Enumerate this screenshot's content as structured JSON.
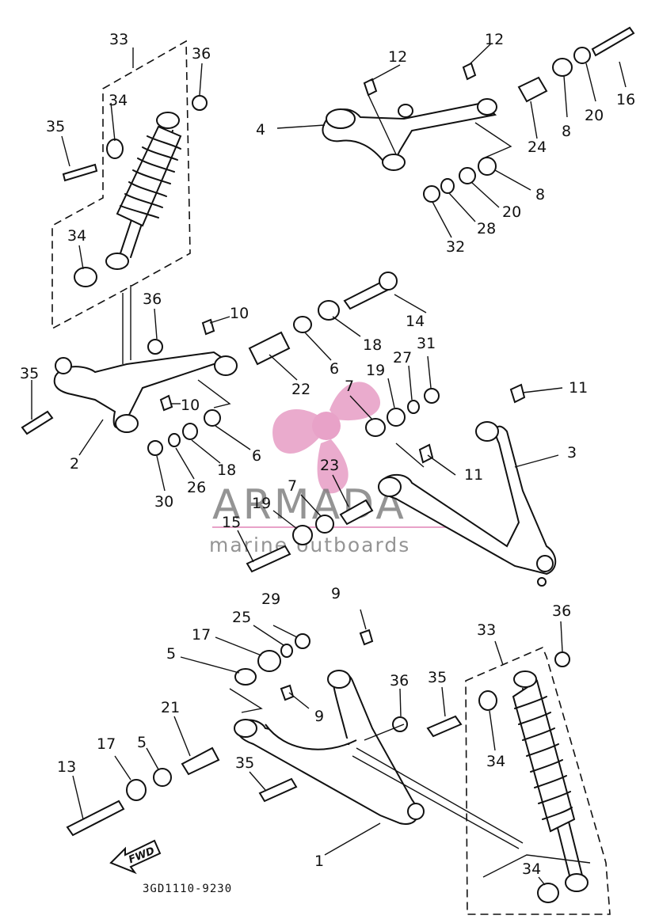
{
  "drawing_code": "3GD1110-9230",
  "fwd_label": "FWD",
  "watermark": {
    "brand": "ARMADA",
    "tagline": "marine outboards",
    "color": "#e8a2c8"
  },
  "callouts": [
    {
      "id": "c33a",
      "text": "33"
    },
    {
      "id": "c36a",
      "text": "36"
    },
    {
      "id": "c34a",
      "text": "34"
    },
    {
      "id": "c35a",
      "text": "35"
    },
    {
      "id": "c34b",
      "text": "34"
    },
    {
      "id": "c12a",
      "text": "12"
    },
    {
      "id": "c12b",
      "text": "12"
    },
    {
      "id": "c4",
      "text": "4"
    },
    {
      "id": "c16",
      "text": "16"
    },
    {
      "id": "c20a",
      "text": "20"
    },
    {
      "id": "c8a",
      "text": "8"
    },
    {
      "id": "c24",
      "text": "24"
    },
    {
      "id": "c8b",
      "text": "8"
    },
    {
      "id": "c20b",
      "text": "20"
    },
    {
      "id": "c28",
      "text": "28"
    },
    {
      "id": "c32",
      "text": "32"
    },
    {
      "id": "c36b",
      "text": "36"
    },
    {
      "id": "c10a",
      "text": "10"
    },
    {
      "id": "c14",
      "text": "14"
    },
    {
      "id": "c18a",
      "text": "18"
    },
    {
      "id": "c6a",
      "text": "6"
    },
    {
      "id": "c22",
      "text": "22"
    },
    {
      "id": "c35b",
      "text": "35"
    },
    {
      "id": "c7a",
      "text": "7"
    },
    {
      "id": "c19a",
      "text": "19"
    },
    {
      "id": "c27",
      "text": "27"
    },
    {
      "id": "c31",
      "text": "31"
    },
    {
      "id": "c11a",
      "text": "11"
    },
    {
      "id": "c10b",
      "text": "10"
    },
    {
      "id": "c2",
      "text": "2"
    },
    {
      "id": "c18b",
      "text": "18"
    },
    {
      "id": "c6b",
      "text": "6"
    },
    {
      "id": "c3",
      "text": "3"
    },
    {
      "id": "c11b",
      "text": "11"
    },
    {
      "id": "c30",
      "text": "30"
    },
    {
      "id": "c26",
      "text": "26"
    },
    {
      "id": "c23",
      "text": "23"
    },
    {
      "id": "c7b",
      "text": "7"
    },
    {
      "id": "c19b",
      "text": "19"
    },
    {
      "id": "c15",
      "text": "15"
    },
    {
      "id": "c29",
      "text": "29"
    },
    {
      "id": "c9a",
      "text": "9"
    },
    {
      "id": "c25",
      "text": "25"
    },
    {
      "id": "c36c",
      "text": "36"
    },
    {
      "id": "c17a",
      "text": "17"
    },
    {
      "id": "c33b",
      "text": "33"
    },
    {
      "id": "c5a",
      "text": "5"
    },
    {
      "id": "c36d",
      "text": "36"
    },
    {
      "id": "c35c",
      "text": "35"
    },
    {
      "id": "c9b",
      "text": "9"
    },
    {
      "id": "c21",
      "text": "21"
    },
    {
      "id": "c17b",
      "text": "17"
    },
    {
      "id": "c5b",
      "text": "5"
    },
    {
      "id": "c34c",
      "text": "34"
    },
    {
      "id": "c13",
      "text": "13"
    },
    {
      "id": "c35d",
      "text": "35"
    },
    {
      "id": "c1",
      "text": "1"
    },
    {
      "id": "c34d",
      "text": "34"
    }
  ]
}
